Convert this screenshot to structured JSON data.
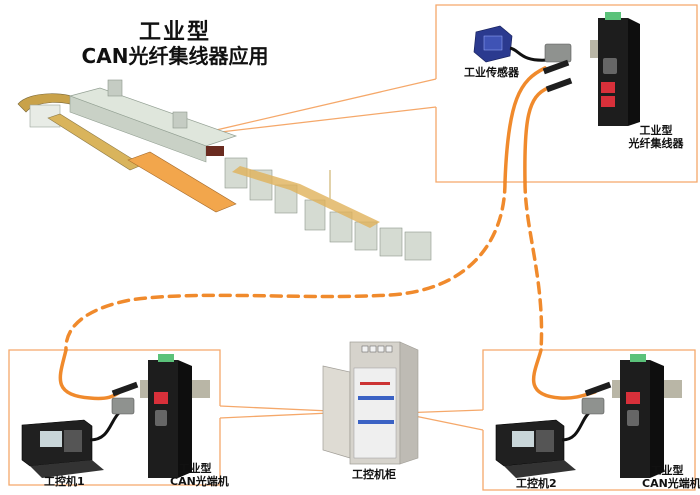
{
  "title": {
    "line1": "工业型",
    "line2": "CAN光纤集线器应用"
  },
  "colors": {
    "frame": "#f5a86a",
    "fiber": "#f08a2c",
    "device_body": "#1d1d1d",
    "terminal_green": "#5bc27a",
    "fiber_port_red": "#d8303a",
    "sensor_blue": "#2b3a8f"
  },
  "top_box": {
    "sensor_label": "工业传感器",
    "hub_label_line1": "工业型",
    "hub_label_line2": "光纤集线器"
  },
  "bottom_left_box": {
    "pc_label": "工控机1",
    "converter_label_line1": "工业型",
    "converter_label_line2": "CAN光端机"
  },
  "bottom_right_box": {
    "pc_label": "工控机2",
    "converter_label_line1": "工业型",
    "converter_label_line2": "CAN光端机"
  },
  "cabinet": {
    "label": "工控机柜"
  },
  "production_line": {
    "name": "production-line"
  }
}
